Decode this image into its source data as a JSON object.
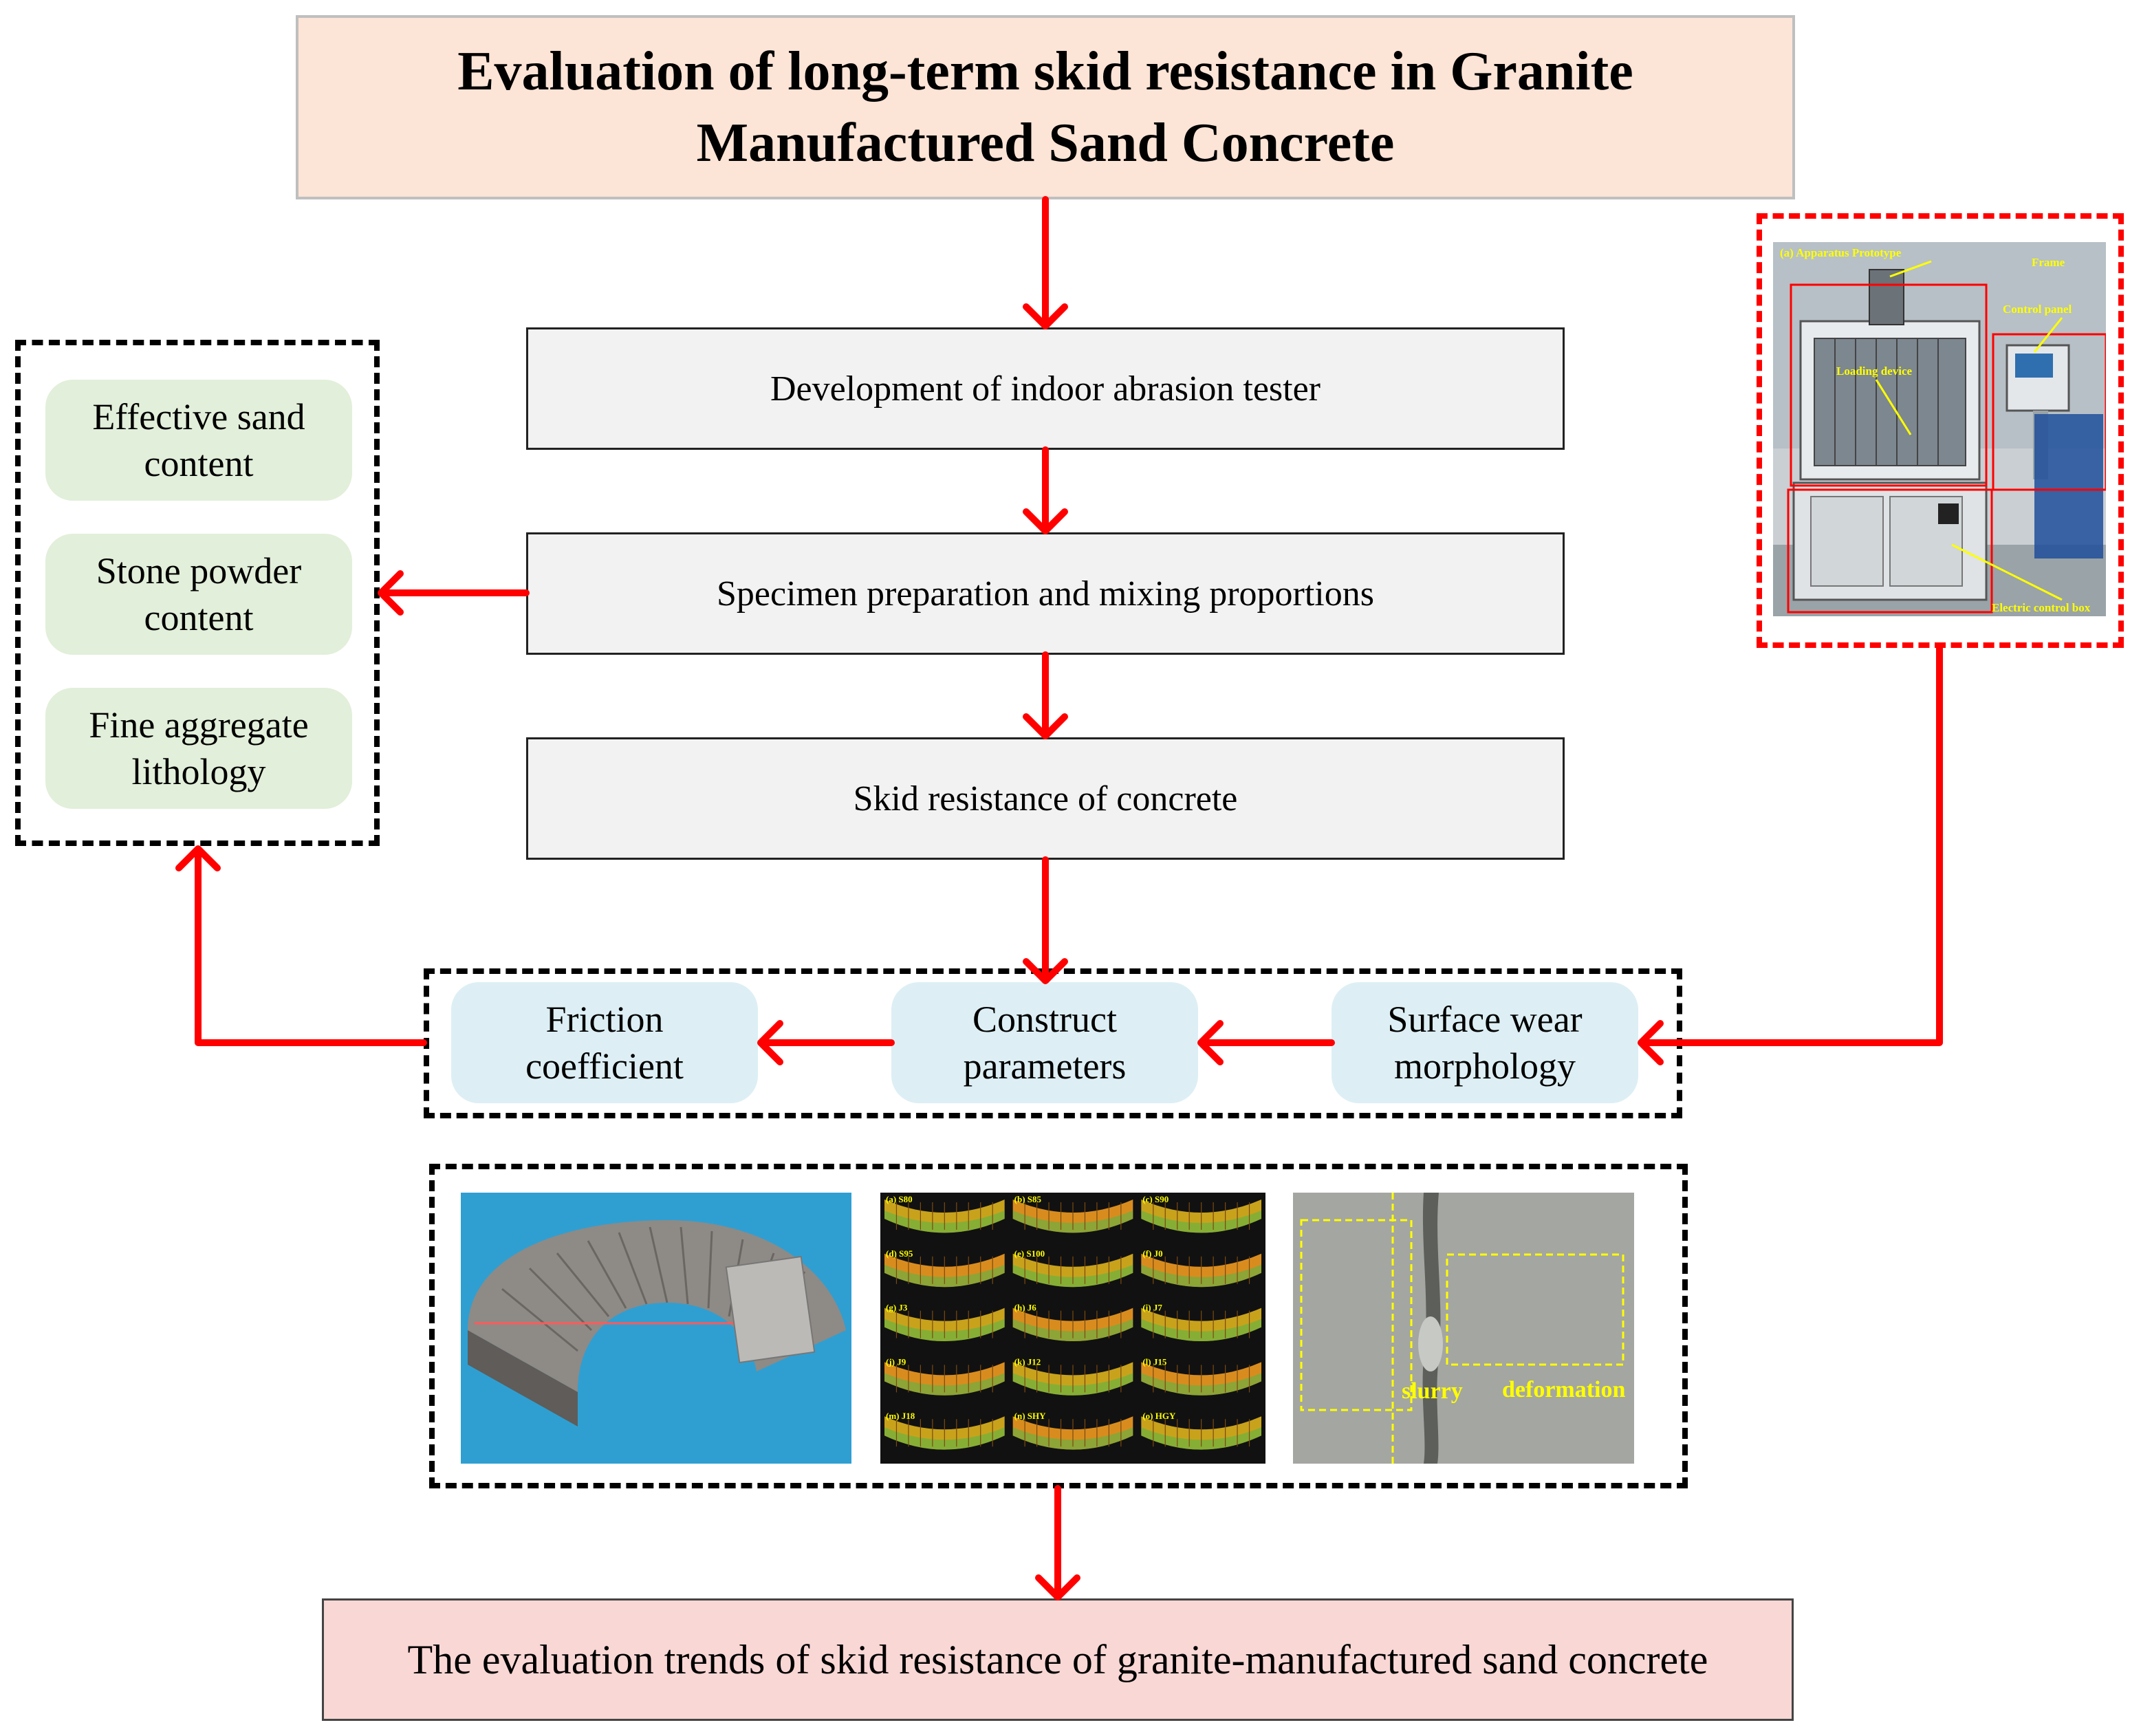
{
  "title": {
    "line1": "Evaluation of long-term skid resistance in Granite",
    "line2": "Manufactured Sand Concrete"
  },
  "steps": [
    "Development of indoor abrasion tester",
    "Specimen preparation and mixing proportions",
    "Skid resistance of concrete"
  ],
  "factors": [
    {
      "line1": "Effective sand",
      "line2": "content"
    },
    {
      "line1": "Stone powder",
      "line2": "content"
    },
    {
      "line1": "Fine aggregate",
      "line2": "lithology"
    }
  ],
  "parameters": [
    {
      "line1": "Friction",
      "line2": "coefficient"
    },
    {
      "line1": "Construct",
      "line2": "parameters"
    },
    {
      "line1": "Surface wear",
      "line2": "morphology"
    }
  ],
  "apparatus_photo": {
    "caption": "(a) Apparatus Prototype",
    "labels": {
      "frame": "Frame",
      "control_panel": "Control panel",
      "loading_device": "Loading device",
      "electric_control_box": "Electric control box"
    }
  },
  "scan_tiles": [
    "(a) S80",
    "(b) S85",
    "(c) S90",
    "(d) S95",
    "(e) S100",
    "(f) J0",
    "(g) J3",
    "(h) J6",
    "(i) J7",
    "(j) J9",
    "(k) J12",
    "(l) J15",
    "(m) J18",
    "(n) SHY",
    "(o) HGY"
  ],
  "wear_photo": {
    "label_left": "slurry",
    "label_right": "deformation"
  },
  "conclusion": "The evaluation trends of skid resistance of granite-manufactured sand concrete",
  "colors": {
    "arrow": "#ff0000",
    "title_fill": "#fce4d6",
    "step_fill": "#f2f2f2",
    "factor_fill": "#e2efda",
    "param_fill": "#ddeff4",
    "conclusion_fill": "#f8d7d5"
  }
}
